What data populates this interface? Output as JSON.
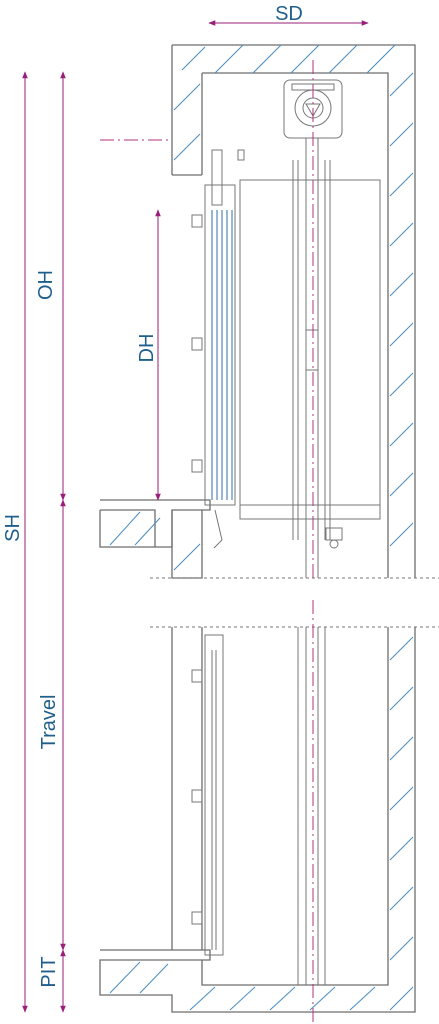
{
  "labels": {
    "sd": "SD",
    "oh": "OH",
    "dh": "DH",
    "sh": "SH",
    "travel": "Travel",
    "pit": "PIT"
  },
  "colors": {
    "label": "#1f5f8b",
    "dimension": "#9a1f7a",
    "hatch": "#4a8cc0",
    "line": "#6e6e6e"
  }
}
